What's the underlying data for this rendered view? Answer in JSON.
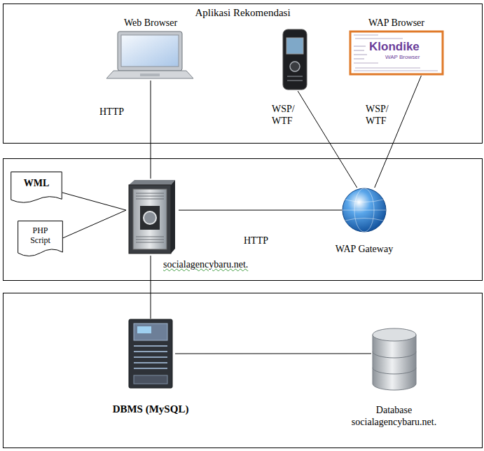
{
  "diagram": {
    "nodes": [
      {
        "text": [
          "Aplikasi Rekomendasi"
        ]
      },
      {
        "text": [
          "Web Browser"
        ],
        "in": 0
      },
      {
        "text": [],
        "in": 0
      },
      {
        "text": [
          "WAP Browser"
        ],
        "in": 0
      },
      {
        "text": []
      },
      {
        "text": [
          "WML"
        ],
        "in": 4
      },
      {
        "text": [
          "PHP Script"
        ],
        "in": 4
      },
      {
        "text": [
          "socialagencybaru.net."
        ],
        "in": 4
      },
      {
        "text": [
          "WAP Gateway"
        ],
        "in": 4
      },
      {
        "text": []
      },
      {
        "text": [
          "DBMS (MySQL)"
        ],
        "in": 9
      },
      {
        "text": [
          "Database socialagencybaru.net."
        ],
        "in": 9
      }
    ],
    "edges": [
      {
        "from": 1,
        "to": 7,
        "arrow": "none",
        "label": "HTTP"
      },
      {
        "from": 2,
        "to": 8,
        "arrow": "none",
        "label": "WSP/ WTF"
      },
      {
        "from": 3,
        "to": 8,
        "arrow": "none",
        "label": "WSP/ WTF"
      },
      {
        "from": 7,
        "to": 8,
        "arrow": "none",
        "label": "HTTP"
      },
      {
        "from": 5,
        "to": 7,
        "arrow": "none"
      },
      {
        "from": 6,
        "to": 7,
        "arrow": "none"
      },
      {
        "from": 7,
        "to": 10,
        "arrow": "none"
      },
      {
        "from": 10,
        "to": 11,
        "arrow": "none"
      }
    ],
    "labels": [
      "Klondike",
      "WAP Browser"
    ]
  }
}
